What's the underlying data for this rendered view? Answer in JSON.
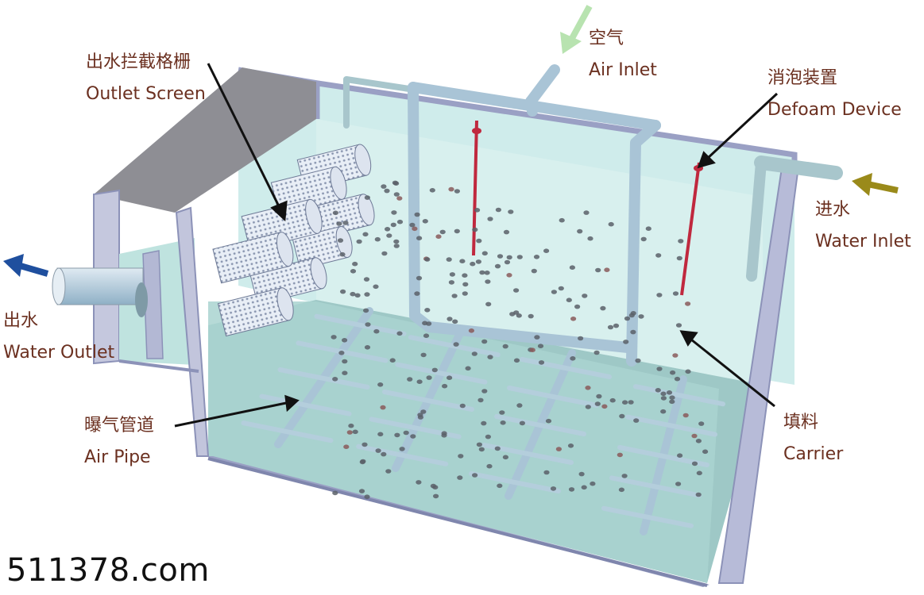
{
  "labels": {
    "outlet_screen": {
      "zh": "出水拦截格栅",
      "en": "Outlet Screen"
    },
    "air_inlet": {
      "zh": "空气",
      "en": "Air Inlet"
    },
    "defoam_device": {
      "zh": "消泡装置",
      "en": "Defoam Device"
    },
    "water_inlet": {
      "zh": "进水",
      "en": "Water Inlet"
    },
    "water_outlet": {
      "zh": "出水",
      "en": "Water Outlet"
    },
    "air_pipe": {
      "zh": "曝气管道",
      "en": "Air Pipe"
    },
    "carrier": {
      "zh": "填料",
      "en": "Carrier"
    }
  },
  "watermark": "511378.com",
  "colors": {
    "label_text": "#6b3020",
    "water": "#bfe3e0",
    "wall": "#b9bdd6",
    "pipe": "#a9c4d6",
    "defoam_red": "#c0283e",
    "arrow_outlet": "#1f4f9e",
    "arrow_inlet": "#9a8a1a",
    "arrow_air": "#b8e3b0"
  }
}
